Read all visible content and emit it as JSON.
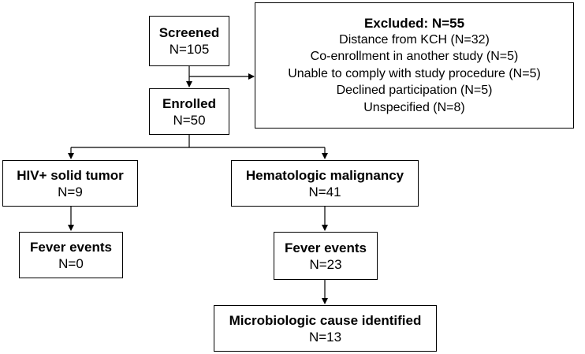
{
  "screened": {
    "title": "Screened",
    "n": "N=105"
  },
  "excluded": {
    "title": "Excluded: N=55",
    "reasons": [
      "Distance from KCH (N=32)",
      "Co-enrollment in another study (N=5)",
      "Unable to comply with study procedure (N=5)",
      "Declined participation (N=5)",
      "Unspecified (N=8)"
    ]
  },
  "enrolled": {
    "title": "Enrolled",
    "n": "N=50"
  },
  "hiv": {
    "title": "HIV+ solid tumor",
    "n": "N=9"
  },
  "heme": {
    "title": "Hematologic malignancy",
    "n": "N=41"
  },
  "fever_hiv": {
    "title": "Fever events",
    "n": "N=0"
  },
  "fever_heme": {
    "title": "Fever events",
    "n": "N=23"
  },
  "micro": {
    "title": "Microbiologic cause identified",
    "n": "N=13"
  }
}
